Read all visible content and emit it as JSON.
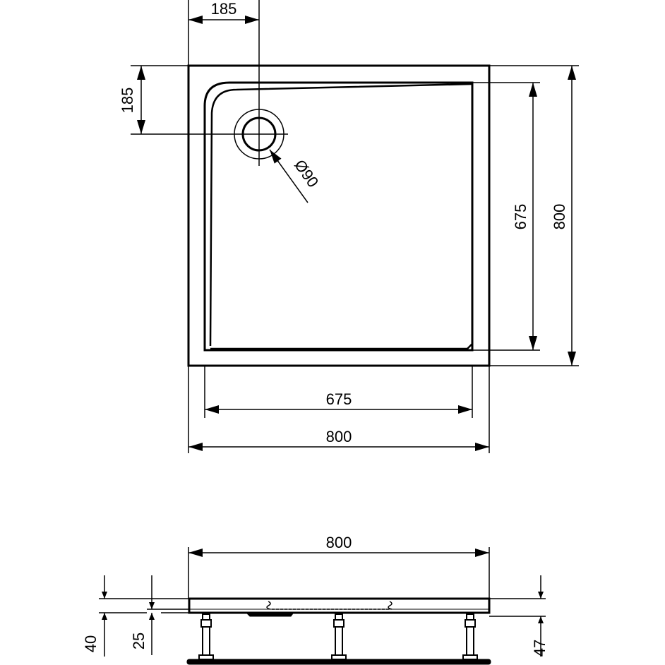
{
  "title": "Shower tray technical drawing",
  "top_view": {
    "drain_offset_x": "185",
    "drain_offset_y": "185",
    "drain_diameter": "Ø90",
    "inner_height": "675",
    "outer_height": "800",
    "inner_width": "675",
    "outer_width": "800"
  },
  "side_view": {
    "width": "800",
    "height_left": "40",
    "rim_height": "25",
    "height_right": "47"
  },
  "colors": {
    "line": "#000000",
    "background": "#ffffff"
  }
}
